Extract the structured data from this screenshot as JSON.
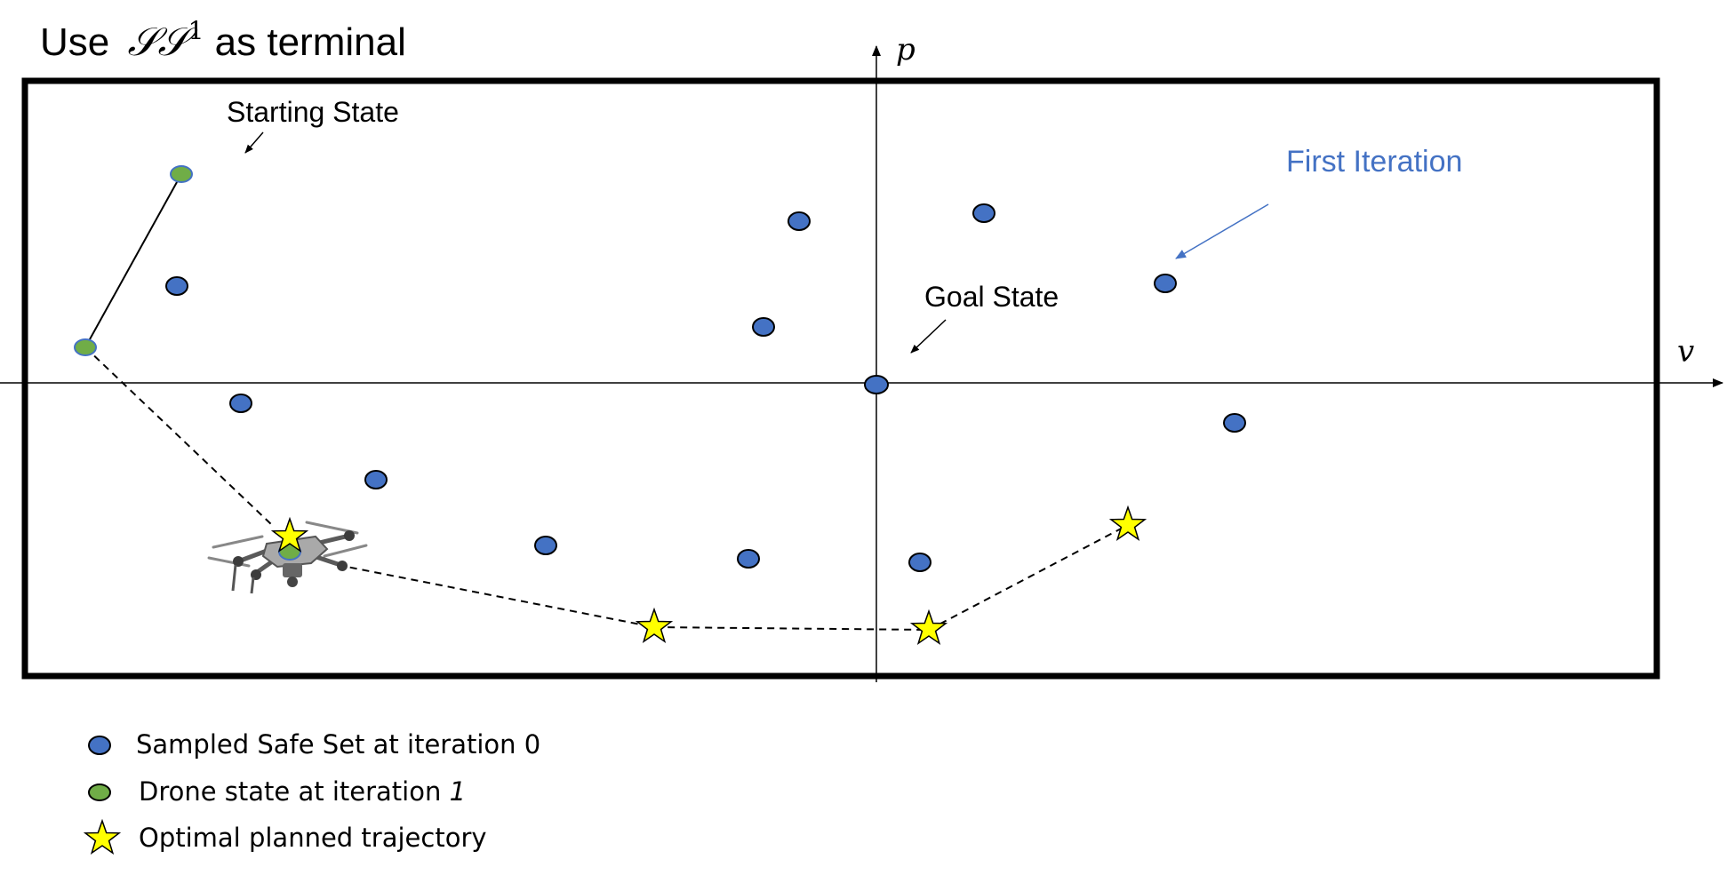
{
  "title": {
    "prefix": "Use ",
    "symbol": "𝒮𝒮",
    "superscript": "1",
    "suffix": " as terminal"
  },
  "axes": {
    "x_label": "v",
    "y_label": "p"
  },
  "annotations": {
    "starting_state": "Starting State",
    "goal_state": "Goal State",
    "first_iteration": "First Iteration"
  },
  "legend": {
    "sampled_safe_set": "Sampled Safe Set at iteration 0",
    "drone_state_prefix": "Drone state at iteration ",
    "drone_state_iteration": "1",
    "optimal_trajectory": "Optimal planned trajectory"
  },
  "colors": {
    "safe_set_fill": "#4472c4",
    "drone_state_fill": "#70ad47",
    "drone_state_stroke": "#4472c4",
    "star_fill": "#ffff00",
    "first_iteration_text": "#4472c4",
    "border": "#000000"
  },
  "icons": {
    "drone": "quadcopter-drone-icon",
    "star": "star-icon"
  }
}
